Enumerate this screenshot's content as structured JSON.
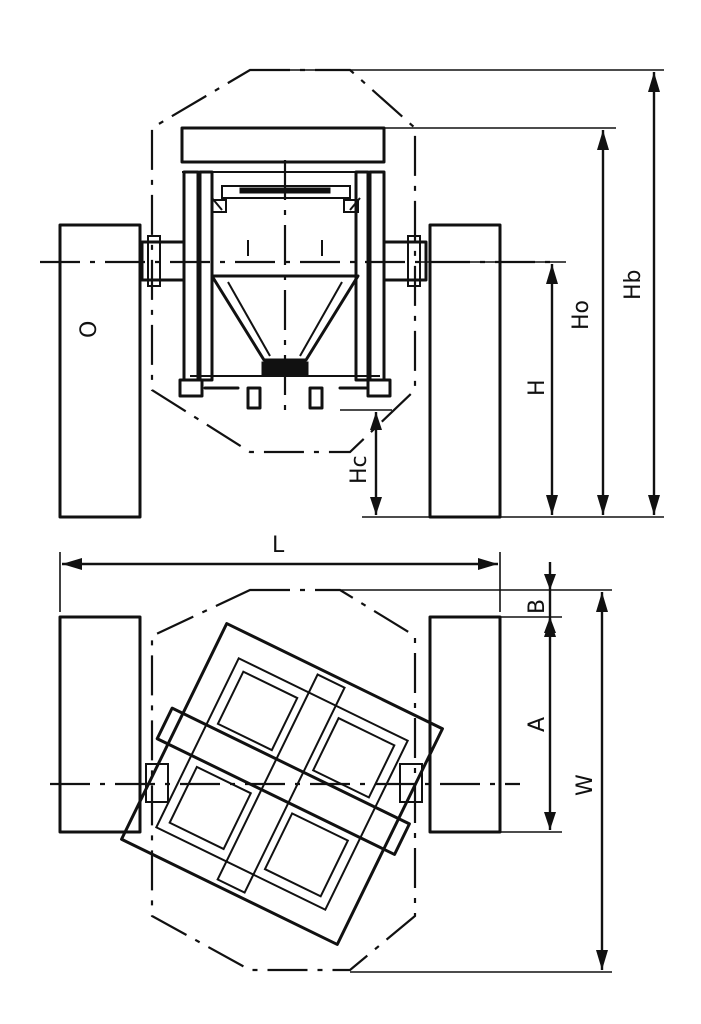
{
  "labels": {
    "Hb": "Hb",
    "Ho": "Ho",
    "H": "H",
    "Hc": "Hc",
    "L": "L",
    "B": "B",
    "A": "A",
    "W": "W",
    "O": "O"
  }
}
